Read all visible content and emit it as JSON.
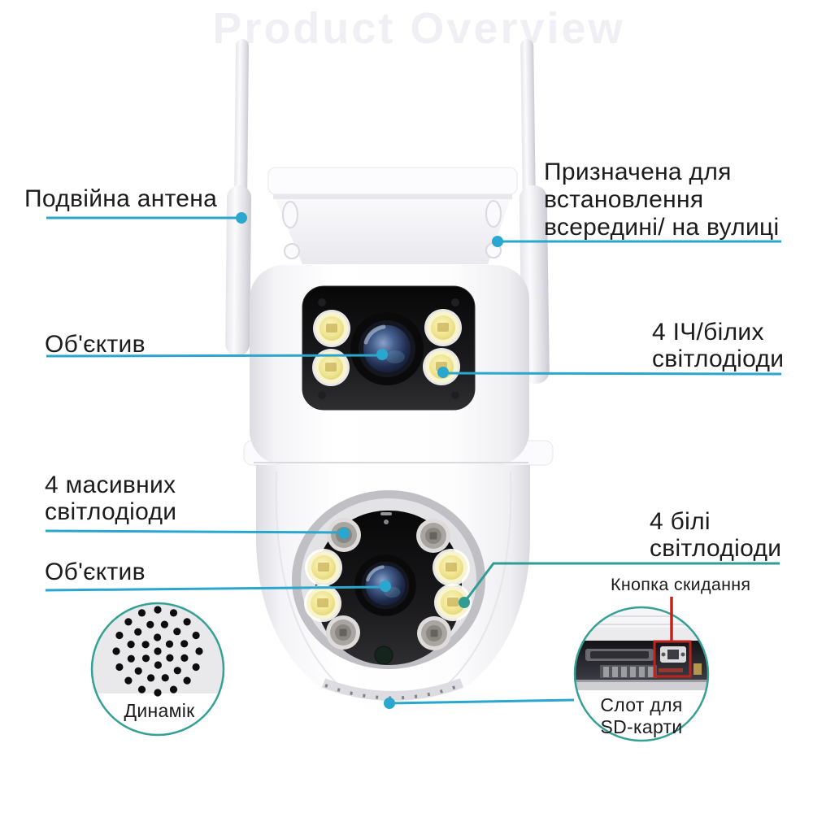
{
  "watermark": "Product Overview",
  "colors": {
    "callout_blue": "#2aa7ce",
    "callout_teal": "#2f9d93",
    "highlight_red": "#c2221c",
    "label_text": "#1b1b1d",
    "led_yellow": "#efe48d",
    "led_gray": "#a9a5a1",
    "body_white": "#fdfdfe",
    "face_black": "#141414"
  },
  "labels": {
    "dual_antenna": "Подвійна антена",
    "placement": [
      "Призначена для",
      "встановлення",
      "всередині/ на вулиці"
    ],
    "lens_top": "Об'єктив",
    "ir_white_leds": [
      "4 ІЧ/білих",
      "світлодіоди"
    ],
    "massive_leds": [
      "4 масивних",
      "світлодіоди"
    ],
    "lens_bottom": "Об'єктив",
    "white_leds": [
      "4 білі",
      "світлодіоди"
    ],
    "reset_button": "Кнопка скидання",
    "speaker": "Динамік",
    "sd_slot": [
      "Слот для",
      "SD-карти"
    ]
  }
}
